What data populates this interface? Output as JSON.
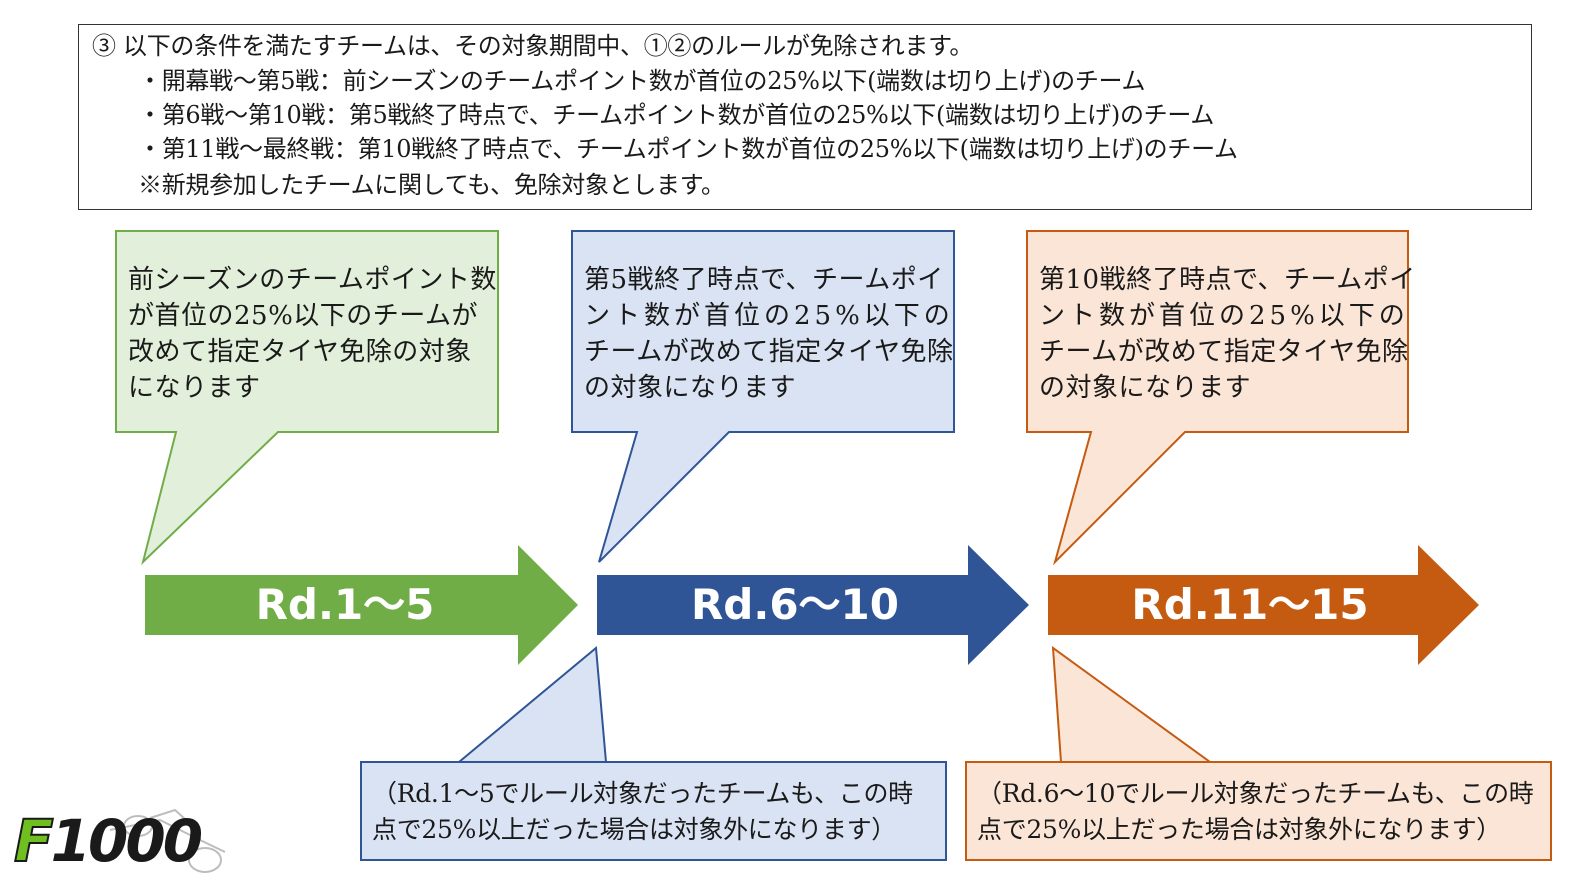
{
  "rule": {
    "lines": [
      "③  以下の条件を満たすチームは、その対象期間中、①②のルールが免除されます。",
      "・開幕戦～第5戦：前シーズンのチームポイント数が首位の25%以下(端数は切り上げ)のチーム",
      "・第6戦～第10戦：第5戦終了時点で、チームポイント数が首位の25%以下(端数は切り上げ)のチーム",
      "・第11戦～最終戦：第10戦終了時点で、チームポイント数が首位の25%以下(端数は切り上げ)のチーム",
      "※新規参加したチームに関しても、免除対象とします。"
    ]
  },
  "stages": [
    {
      "label": "Rd.1～5",
      "color": "#70ad47"
    },
    {
      "label": "Rd.6～10",
      "color": "#2f5597"
    },
    {
      "label": "Rd.11～15",
      "color": "#c55a11"
    }
  ],
  "callouts_top": [
    {
      "lines": [
        "前シーズンのチームポイント数",
        "が首位の25%以下のチームが",
        "改めて指定タイヤ免除の対象",
        "になります"
      ],
      "fill": "#e2efda",
      "stroke": "#70ad47"
    },
    {
      "lines": [
        "第5戦終了時点で、チームポイ",
        "ント数が首位の25%以下の",
        "チームが改めて指定タイヤ免除",
        "の対象になります"
      ],
      "fill": "#dae3f3",
      "stroke": "#2f5597"
    },
    {
      "lines": [
        "第10戦終了時点で、チームポイ",
        "ント数が首位の25%以下の",
        "チームが改めて指定タイヤ免除",
        "の対象になります"
      ],
      "fill": "#fbe5d6",
      "stroke": "#c55a11"
    }
  ],
  "callouts_bottom": [
    {
      "lines": [
        "（Rd.1～5でルール対象だったチームも、この時",
        "点で25%以上だった場合は対象外になります）"
      ],
      "fill": "#dae3f3",
      "stroke": "#2f5597"
    },
    {
      "lines": [
        "（Rd.6～10でルール対象だったチームも、この時",
        "点で25%以上だった場合は対象外になります）"
      ],
      "fill": "#fbe5d6",
      "stroke": "#c55a11"
    }
  ],
  "logo": {
    "f": "F",
    "digits": "1000"
  }
}
